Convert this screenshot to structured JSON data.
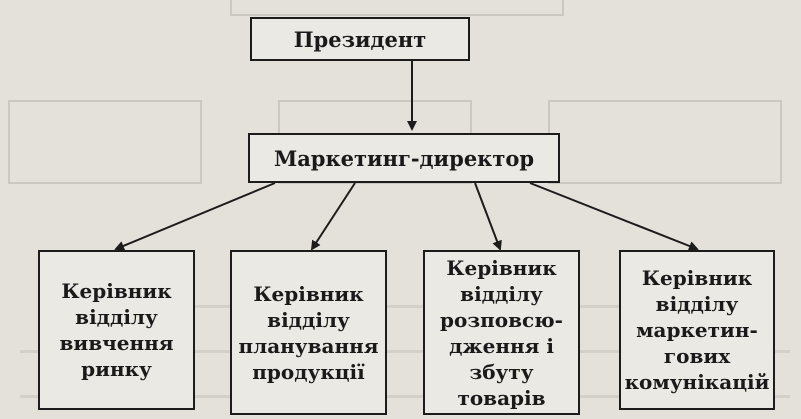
{
  "org_chart": {
    "top": "Президент",
    "middle": "Маркетинг-директор",
    "departments": [
      "Керівник відділу вивчення ринку",
      "Керівник відділу планування продукції",
      "Керівник відділу розповсю-дження і збуту товарів",
      "Керівник відділу маркетин-гових комунікацій"
    ]
  },
  "colors": {
    "line": "#1c1c1c",
    "paper": "#e4e1da"
  }
}
